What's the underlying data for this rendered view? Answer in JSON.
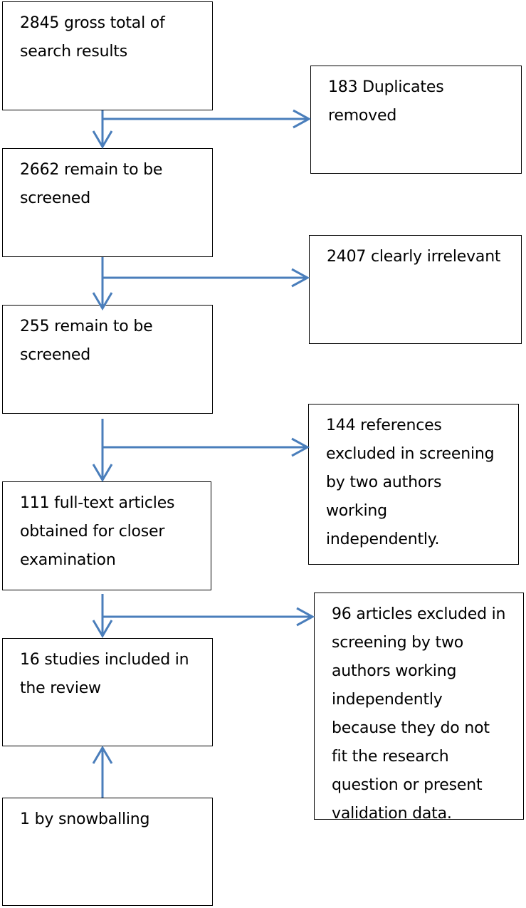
{
  "flowchart": {
    "main_steps": [
      {
        "id": "search-results",
        "text": "2845 gross total of\nsearch results"
      },
      {
        "id": "after-duplicates",
        "text": "2662 remain to be\nscreened"
      },
      {
        "id": "after-irrelevant",
        "text": "255 remain to be\nscreened"
      },
      {
        "id": "full-text",
        "text": "111 full-text articles\nobtained for closer\nexamination"
      },
      {
        "id": "included",
        "text": "16 studies included in\nthe review"
      },
      {
        "id": "snowballing",
        "text": "1 by snowballing"
      }
    ],
    "exclusions": [
      {
        "id": "duplicates",
        "text": "183 Duplicates\nremoved"
      },
      {
        "id": "irrelevant",
        "text": "2407 clearly irrelevant"
      },
      {
        "id": "references-excluded",
        "text": "144 references\nexcluded in screening\nby two authors\nworking\nindependently."
      },
      {
        "id": "articles-excluded",
        "text": "96 articles excluded in\nscreening by two\nauthors working\nindependently\nbecause they do not\nfit the research\nquestion or present\nvalidation data."
      }
    ],
    "arrow_color": "#4a7ebb",
    "border_color": "#000000"
  }
}
